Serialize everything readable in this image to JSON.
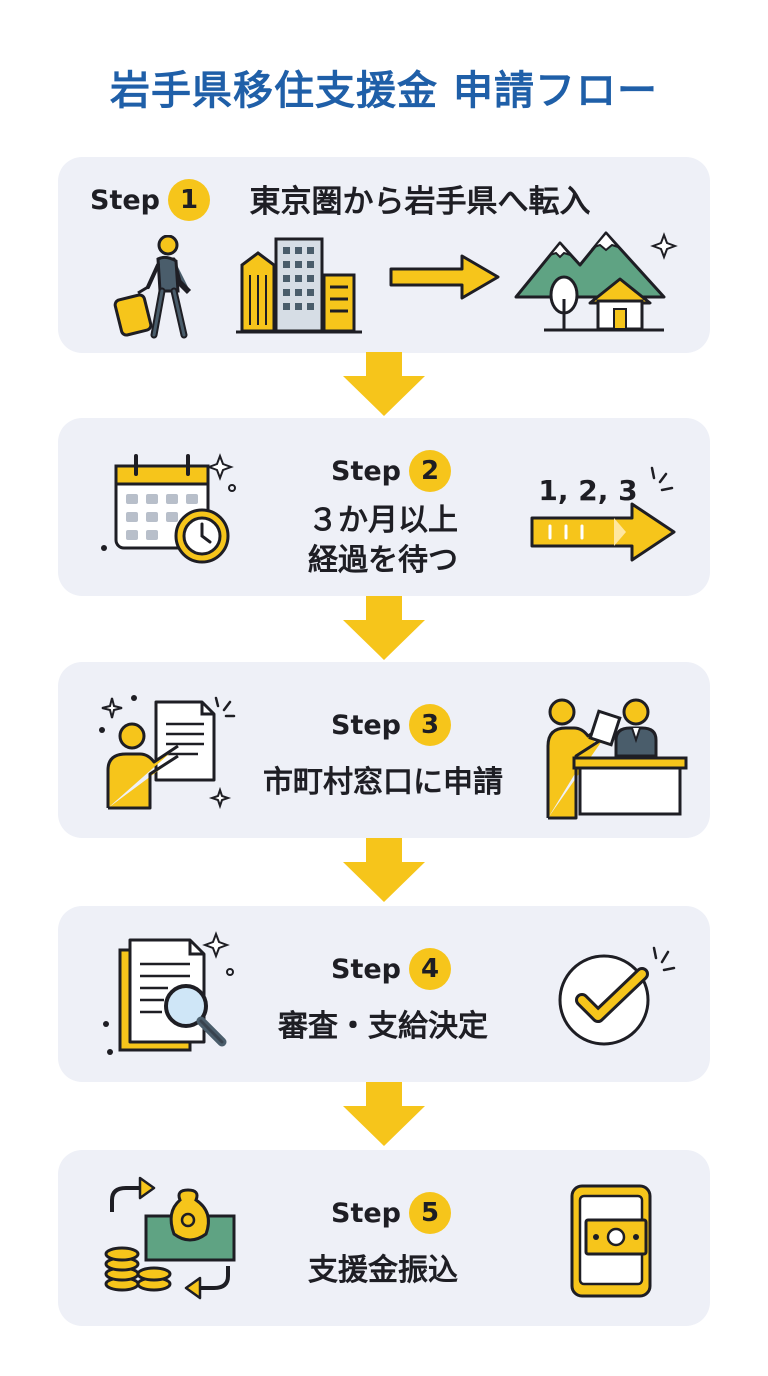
{
  "title": "岩手県移住支援金 申請フロー",
  "step_prefix": "Step",
  "steps": [
    {
      "num": "1",
      "lines": [
        "東京圏から岩手県へ転入"
      ]
    },
    {
      "num": "2",
      "lines": [
        "３か月以上",
        "経過を待つ"
      ],
      "counter": "1, 2, 3"
    },
    {
      "num": "3",
      "lines": [
        "市町村窓口に申請"
      ]
    },
    {
      "num": "4",
      "lines": [
        "審査・支給決定"
      ]
    },
    {
      "num": "5",
      "lines": [
        "支援金振込"
      ]
    }
  ],
  "colors": {
    "accent": "#f6c51b",
    "title": "#1f5fa8",
    "card": "#eef0f7",
    "mountain": "#5fa383",
    "slate": "#4a5d6b"
  }
}
